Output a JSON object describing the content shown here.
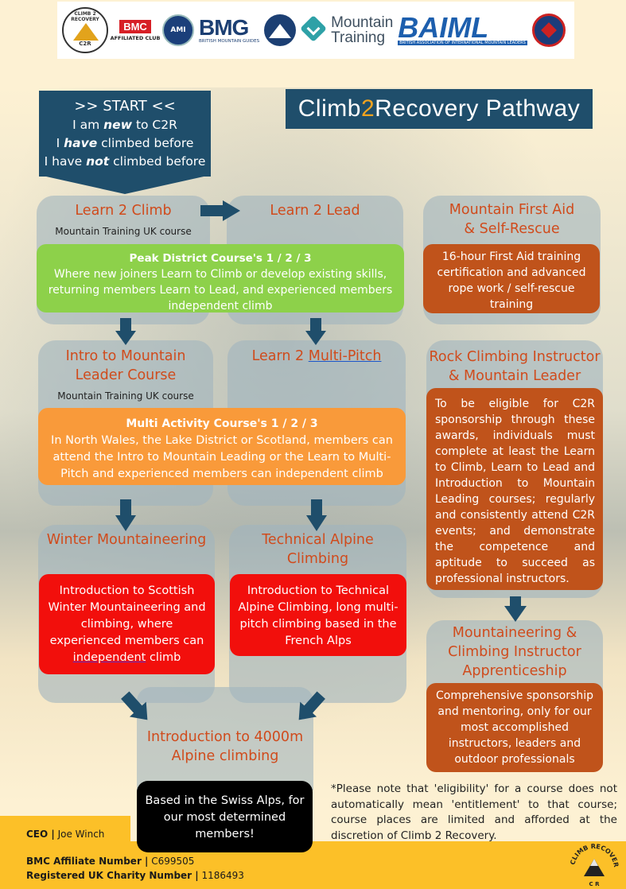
{
  "logos": {
    "c2r": {
      "ring": "CLIMB 2 RECOVERY",
      "mark": "C2R"
    },
    "bmc": {
      "name": "BMC",
      "sub": "AFFILIATED CLUB"
    },
    "ami": {
      "name": "AMI"
    },
    "bmg": {
      "name": "BMG",
      "sub": "BRITISH MOUNTAIN GUIDES"
    },
    "mt": {
      "line1": "Mountain",
      "line2": "Training"
    },
    "baiml": {
      "name": "BAIML",
      "sub": "BRITISH ASSOCIATION OF INTERNATIONAL MOUNTAIN LEADERS"
    }
  },
  "start": {
    "title": ">> START <<",
    "line1_pre": "I am ",
    "line1_em": "new",
    "line1_post": " to C2R",
    "line2_pre": "I ",
    "line2_em": "have",
    "line2_post": " climbed before",
    "line3_pre": "I have ",
    "line3_em": "not",
    "line3_post": " climbed before"
  },
  "title": {
    "pre": "Climb",
    "accent": "2",
    "post": "Recovery Pathway"
  },
  "learn2climb": {
    "title": "Learn 2 Climb",
    "note": "Mountain Training UK course"
  },
  "learn2lead": {
    "title": "Learn 2 Lead"
  },
  "peak": {
    "heading": "Peak District Course's 1 / 2 / 3",
    "body": "Where new joiners Learn to Climb or develop existing skills, returning members Learn to Lead, and experienced members independent climb"
  },
  "firstaid": {
    "title_l1": "Mountain First Aid",
    "title_l2": "& Self-Rescue",
    "body": "16-hour First Aid training certification and advanced rope work / self-rescue training"
  },
  "intro_ml": {
    "title_l1": "Intro to Mountain",
    "title_l2": "Leader Course",
    "note": "Mountain Training UK course"
  },
  "multipitch": {
    "title_pre": "Learn 2 ",
    "title_link": "Multi-Pitch"
  },
  "multiactivity": {
    "heading": "Multi Activity Course's 1 / 2 / 3",
    "body": "In North Wales, the Lake District or Scotland, members can attend the Intro to Mountain Leading or the Learn to Multi-Pitch and experienced members can independent climb"
  },
  "rci": {
    "title_l1": "Rock Climbing Instructor",
    "title_l2": "& Mountain Leader",
    "body": "To be eligible for C2R sponsorship through these awards, individuals must complete at least the Learn to Climb, Learn to Lead and Introduction to Mountain Leading courses; regularly and consistently attend C2R events; and demonstrate the competence and aptitude to succeed as professional instructors."
  },
  "winter": {
    "title": "Winter Mountaineering",
    "body_pre": "Introduction to Scottish Winter Mountaineering and climbing, where experienced members can ",
    "body_ul": "independent",
    "body_post": " climb"
  },
  "alpine": {
    "title_l1": "Technical Alpine",
    "title_l2": "Climbing",
    "body": "Introduction to Technical Alpine Climbing, long multi-pitch climbing based in the French Alps"
  },
  "apprentice": {
    "title_l1": "Mountaineering &",
    "title_l2": "Climbing Instructor",
    "title_l3": "Apprenticeship",
    "body": "Comprehensive sponsorship and mentoring, only for our most accomplished instructors, leaders and outdoor professionals"
  },
  "intro4000": {
    "title_l1": "Introduction to 4000m",
    "title_l2": "Alpine climbing",
    "body": "Based in the Swiss Alps, for our most determined members!"
  },
  "note": "*Please note that 'eligibility' for a course does not automatically mean 'entitlement' to that course; course places are limited and afforded at the discretion of Climb 2 Recovery.",
  "footer": {
    "ceo_label": "CEO |",
    "ceo_name": "Joe Winch",
    "bmc_label": "BMC Affiliate Number |",
    "bmc_value": "C699505",
    "charity_label": "Registered UK Charity Number |",
    "charity_value": "1186493",
    "logo_text": "CLIMB RECOVERY",
    "logo_mark": "C R"
  },
  "colors": {
    "navy": "#1f4e6b",
    "accent_orange": "#f2a31f",
    "title_orange": "#d04b1c",
    "green": "#8dd14a",
    "orange": "#f99a3a",
    "rust": "#c0531b",
    "red": "#f20f0c",
    "footer_yellow": "#fcc028"
  }
}
